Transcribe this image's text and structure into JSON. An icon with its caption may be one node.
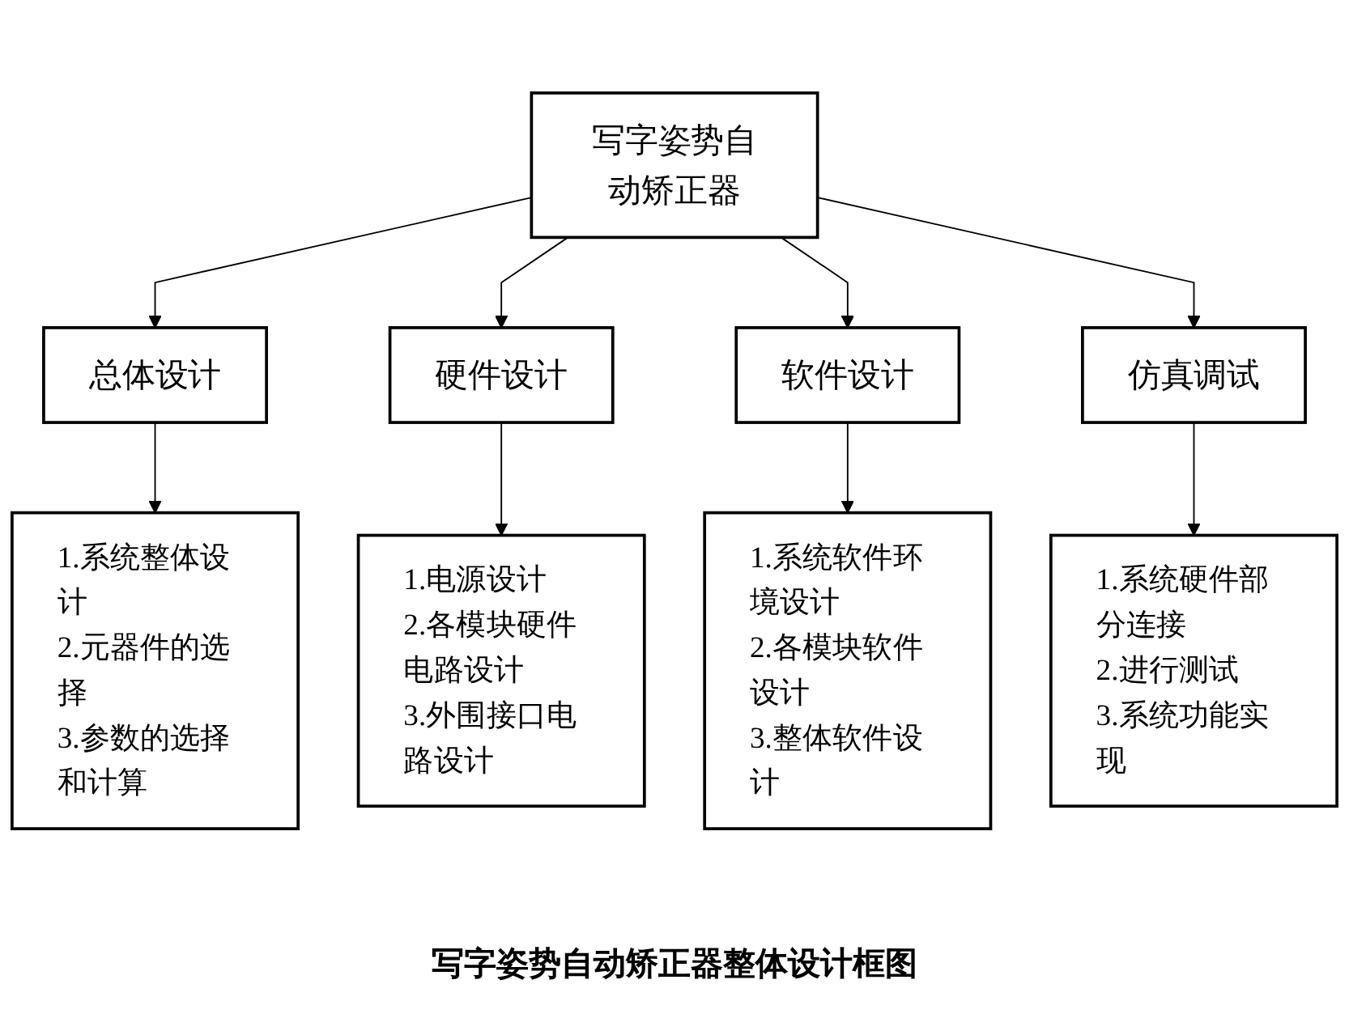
{
  "diagram": {
    "caption": "写字姿势自动矫正器整体设计框图",
    "nodes": [
      {
        "text": [
          "写字姿势自动矫正器"
        ]
      },
      {
        "text": [
          "总体设计"
        ]
      },
      {
        "text": [
          "硬件设计"
        ]
      },
      {
        "text": [
          "软件设计"
        ]
      },
      {
        "text": [
          "仿真调试"
        ]
      },
      {
        "text": [
          "1.系统整体设计",
          "2.元器件的选择",
          "3.参数的选择和计算"
        ]
      },
      {
        "text": [
          "1.电源设计",
          "2.各模块硬件电路设计",
          "3.外围接口电路设计"
        ]
      },
      {
        "text": [
          "1.系统软件环境设计",
          "2.各模块软件设计",
          "3.整体软件设计"
        ]
      },
      {
        "text": [
          "1.系统硬件部分连接",
          "2.进行测试",
          "3.系统功能实现"
        ]
      }
    ],
    "edges": [
      {
        "from": 0,
        "to": 1,
        "arrow": "to"
      },
      {
        "from": 0,
        "to": 2,
        "arrow": "to"
      },
      {
        "from": 0,
        "to": 3,
        "arrow": "to"
      },
      {
        "from": 0,
        "to": 4,
        "arrow": "to"
      },
      {
        "from": 1,
        "to": 5,
        "arrow": "to"
      },
      {
        "from": 2,
        "to": 6,
        "arrow": "to"
      },
      {
        "from": 3,
        "to": 7,
        "arrow": "to"
      },
      {
        "from": 4,
        "to": 8,
        "arrow": "to"
      }
    ]
  }
}
